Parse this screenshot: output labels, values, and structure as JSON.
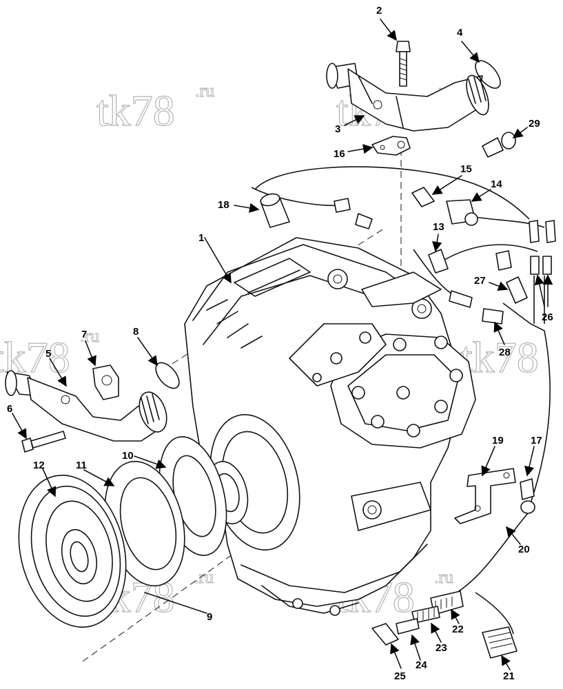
{
  "watermark": {
    "text": "tk78",
    "suffix": ".ru"
  },
  "callouts": [
    {
      "id": "c1",
      "label": "1"
    },
    {
      "id": "c2",
      "label": "2"
    },
    {
      "id": "c3",
      "label": "3"
    },
    {
      "id": "c4",
      "label": "4"
    },
    {
      "id": "c5",
      "label": "5"
    },
    {
      "id": "c6",
      "label": "6"
    },
    {
      "id": "c7",
      "label": "7"
    },
    {
      "id": "c8",
      "label": "8"
    },
    {
      "id": "c9",
      "label": "9"
    },
    {
      "id": "c10",
      "label": "10"
    },
    {
      "id": "c11",
      "label": "11"
    },
    {
      "id": "c12",
      "label": "12"
    },
    {
      "id": "c13",
      "label": "13"
    },
    {
      "id": "c14",
      "label": "14"
    },
    {
      "id": "c15",
      "label": "15"
    },
    {
      "id": "c16",
      "label": "16"
    },
    {
      "id": "c17",
      "label": "17"
    },
    {
      "id": "c18",
      "label": "18"
    },
    {
      "id": "c19",
      "label": "19"
    },
    {
      "id": "c20",
      "label": "20"
    },
    {
      "id": "c21",
      "label": "21"
    },
    {
      "id": "c22",
      "label": "22"
    },
    {
      "id": "c23",
      "label": "23"
    },
    {
      "id": "c24",
      "label": "24"
    },
    {
      "id": "c25",
      "label": "25"
    },
    {
      "id": "c26",
      "label": "26"
    },
    {
      "id": "c27",
      "label": "27"
    },
    {
      "id": "c28",
      "label": "28"
    },
    {
      "id": "c29",
      "label": "29"
    }
  ]
}
